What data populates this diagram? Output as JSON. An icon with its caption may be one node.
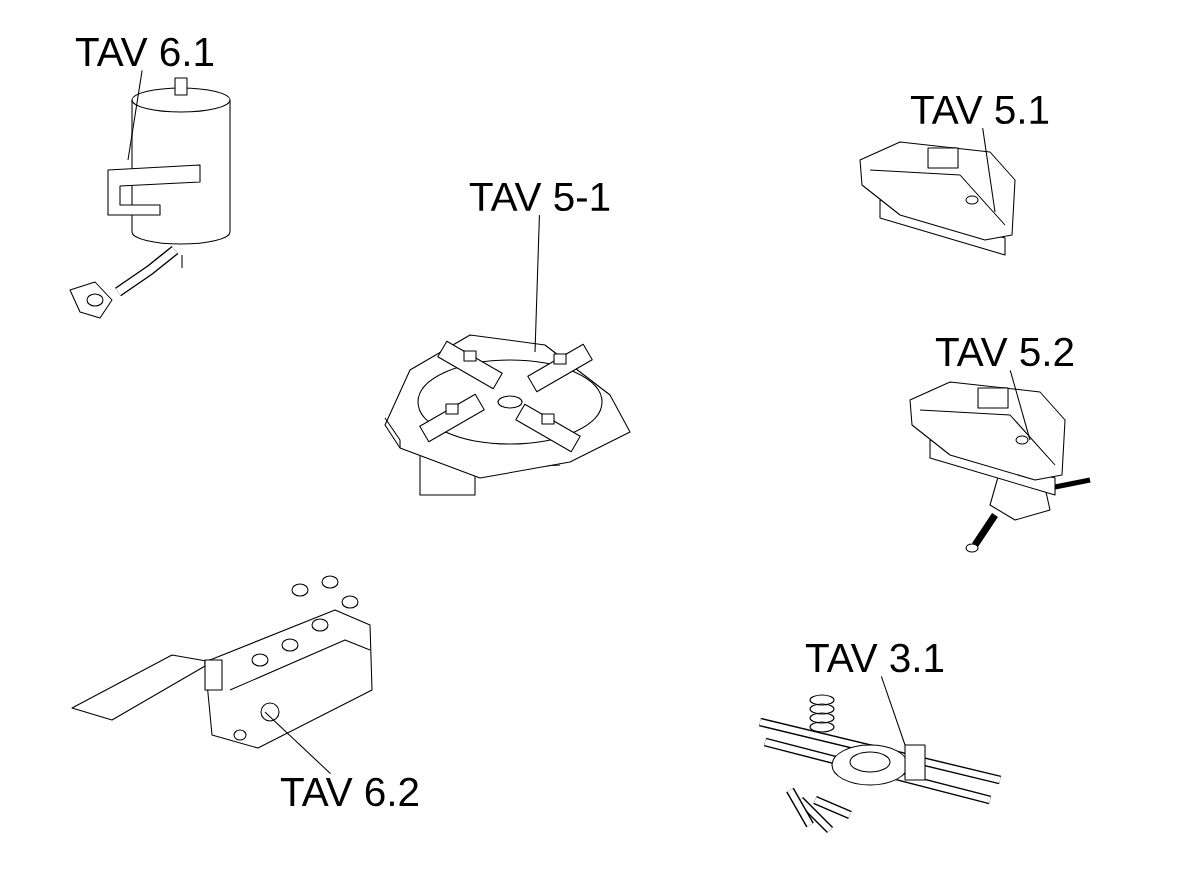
{
  "diagram": {
    "nodes": [
      {
        "text": [
          "TAV 6.1"
        ]
      },
      {
        "text": [],
        "shape": "picture"
      },
      {
        "text": [
          "TAV 5.1"
        ]
      },
      {
        "text": [],
        "shape": "picture"
      },
      {
        "text": [
          "TAV 5-1"
        ]
      },
      {
        "text": [],
        "shape": "picture"
      },
      {
        "text": [
          "TAV 5.2"
        ]
      },
      {
        "text": [],
        "shape": "picture"
      },
      {
        "text": [
          "TAV 3.1"
        ]
      },
      {
        "text": [],
        "shape": "picture"
      },
      {
        "text": [],
        "shape": "picture"
      },
      {
        "text": [
          "TAV 6.2"
        ]
      }
    ],
    "edges": [
      {
        "from": 0,
        "to": 1,
        "arrow": "none"
      },
      {
        "from": 2,
        "to": 3,
        "arrow": "none"
      },
      {
        "from": 4,
        "to": 5,
        "arrow": "none"
      },
      {
        "from": 6,
        "to": 7,
        "arrow": "none"
      },
      {
        "from": 8,
        "to": 9,
        "arrow": "none"
      },
      {
        "from": 11,
        "to": 10,
        "arrow": "none"
      }
    ]
  }
}
